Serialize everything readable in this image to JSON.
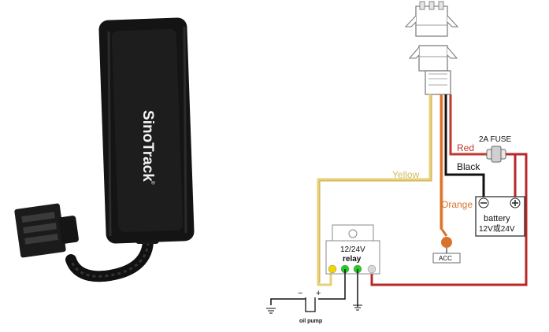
{
  "product": {
    "brand_text": "SinoTrack",
    "registered_mark": "®"
  },
  "wires": {
    "yellow": {
      "label": "Yellow",
      "color": "#e8cf7a"
    },
    "red": {
      "label": "Red",
      "color": "#c0392b"
    },
    "black": {
      "label": "Black",
      "color": "#111111"
    },
    "orange": {
      "label": "Orange",
      "color": "#d9732b"
    }
  },
  "fuse": {
    "label": "2A  FUSE"
  },
  "battery": {
    "line1": "battery",
    "line2": "12V或24V",
    "neg_symbol": "−",
    "pos_symbol": "+"
  },
  "relay": {
    "line1": "12/24V",
    "line2": "relay",
    "pin_colors": [
      "#f2d400",
      "#22cc22",
      "#22cc22",
      "#d8d8d8"
    ]
  },
  "acc": {
    "label": "ACC",
    "color": "#d9732b"
  },
  "oil_pump": {
    "label": "oil pump",
    "minus": "−",
    "plus": "+"
  }
}
